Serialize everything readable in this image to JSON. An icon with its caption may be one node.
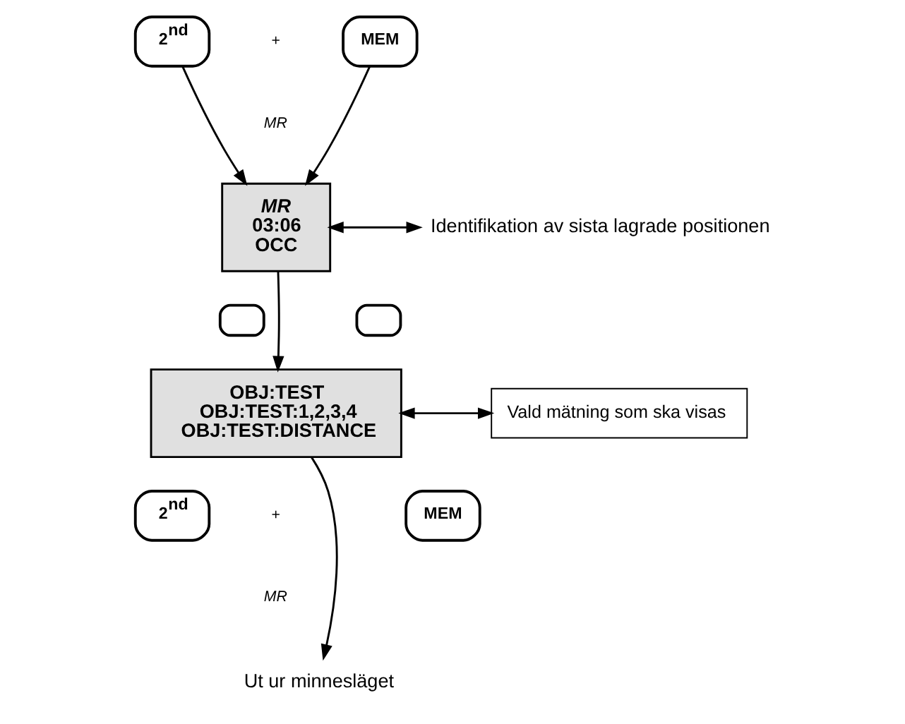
{
  "diagram": {
    "nodes": [
      {
        "text": [
          "2$^{nd}$"
        ]
      },
      {
        "text": [
          "MEM"
        ]
      },
      {
        "text": [
          "*MR*",
          "03:06",
          "OCC"
        ]
      },
      {
        "text": [
          "Identifikation av sista lagrade positionen"
        ]
      },
      {
        "text": [],
        "shape": "box"
      },
      {
        "text": [],
        "shape": "box"
      },
      {
        "text": [
          "OBJ:TEST",
          "OBJ:TEST:1,2,3,4",
          "OBJ:TEST:DISTANCE"
        ]
      },
      {
        "text": [
          "Vald mätning som ska visas"
        ]
      },
      {
        "text": [
          "2$^{nd}$"
        ]
      },
      {
        "text": [
          "MEM"
        ]
      },
      {
        "text": [
          "Ut ur minnesläget"
        ]
      }
    ],
    "edges": [
      {
        "from": 0,
        "to": 2,
        "arrow": "to"
      },
      {
        "from": 1,
        "to": 2,
        "arrow": "to"
      },
      {
        "from": 2,
        "to": 3,
        "arrow": "both"
      },
      {
        "from": 2,
        "to": 6,
        "arrow": "to"
      },
      {
        "from": 6,
        "to": 7,
        "arrow": "both"
      },
      {
        "from": 6,
        "to": 10,
        "arrow": "to"
      }
    ],
    "labels": [
      "+",
      "*MR*",
      "+",
      "*MR*"
    ]
  }
}
